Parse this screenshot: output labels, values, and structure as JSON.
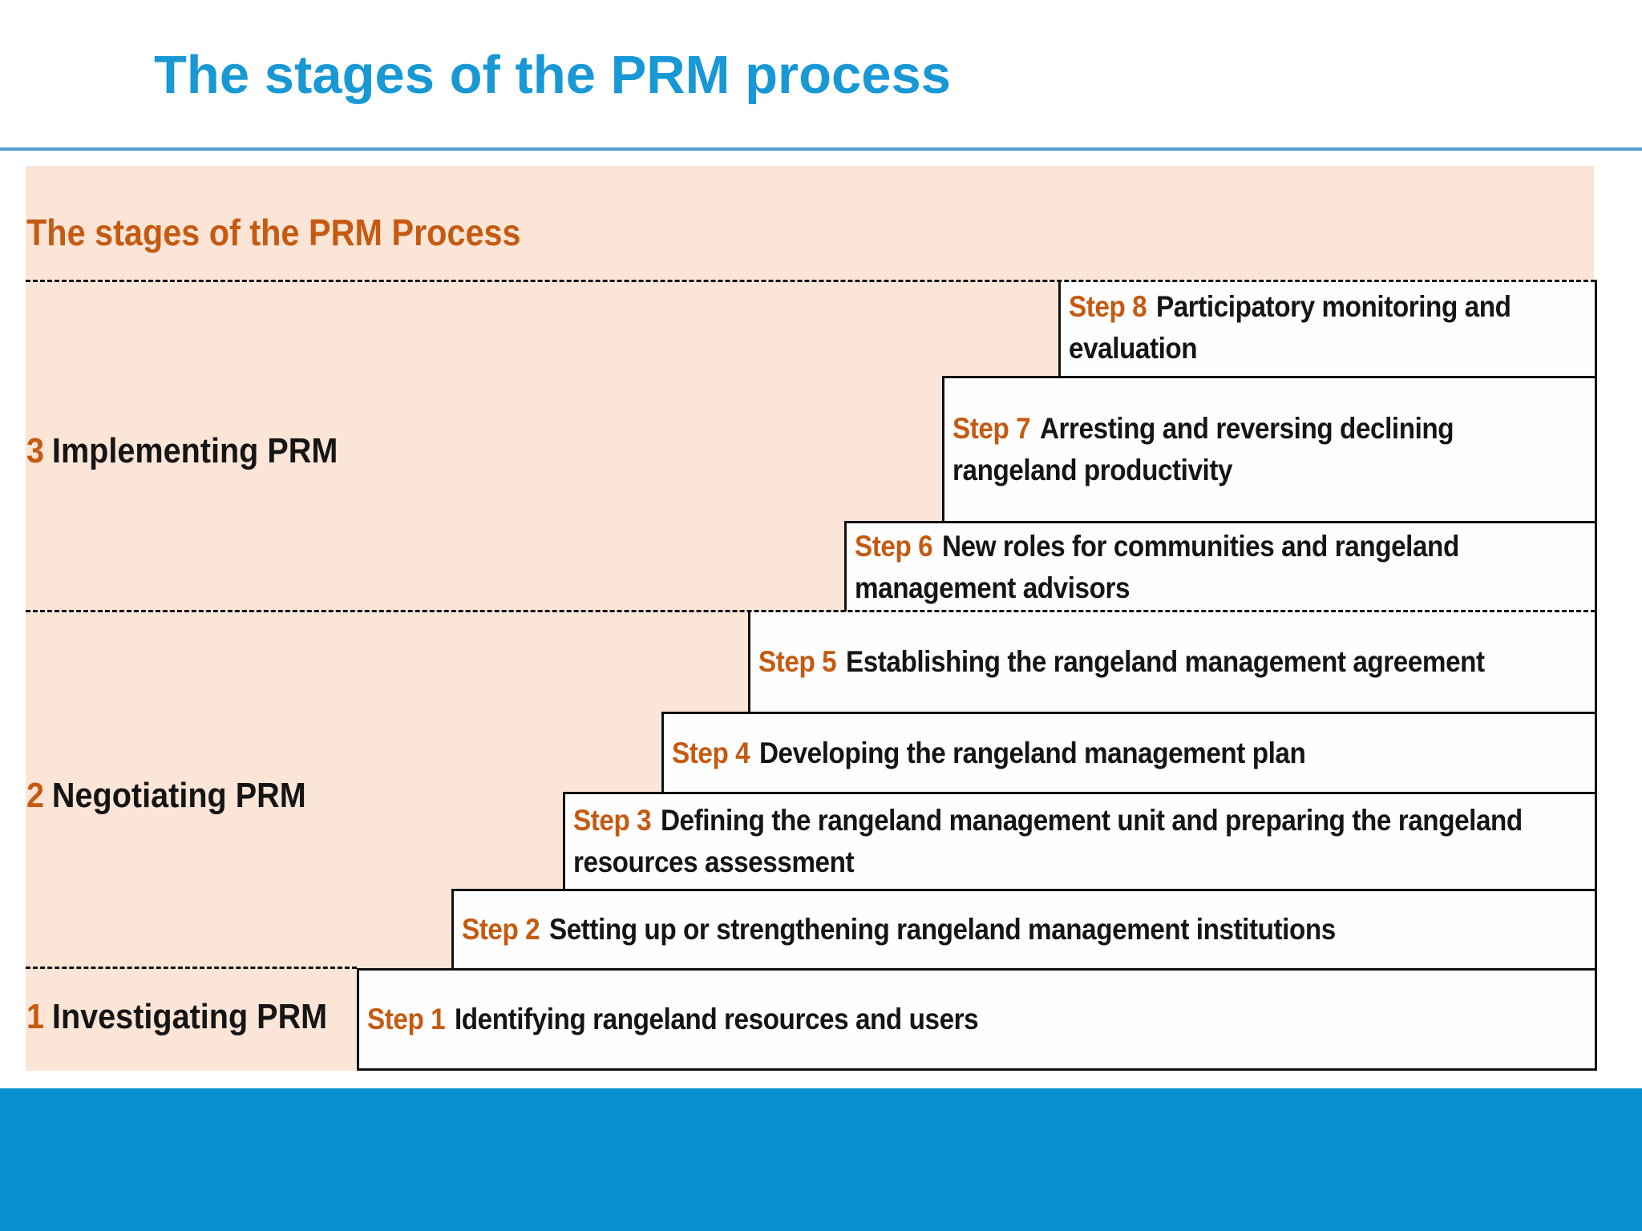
{
  "slide": {
    "title": "The stages of the PRM process",
    "panel_heading": "The stages of the PRM Process",
    "colors": {
      "title_blue": "#1898d4",
      "divider_blue": "#4da0d4",
      "panel_peach": "#fbe5d6",
      "accent_orange": "#c55a11",
      "footer_blue": "#0791d0",
      "text_black": "#151515",
      "border_black": "#111111"
    },
    "stages": [
      {
        "num": "3",
        "name": "Implementing PRM"
      },
      {
        "num": "2",
        "name": "Negotiating PRM"
      },
      {
        "num": "1",
        "name": "Investigating PRM"
      }
    ],
    "steps": [
      {
        "label": "Step 8",
        "lines": [
          "Participatory monitoring and",
          "evaluation"
        ]
      },
      {
        "label": "Step 7",
        "lines": [
          "Arresting and reversing declining",
          "rangeland productivity"
        ]
      },
      {
        "label": "Step 6",
        "lines": [
          "New roles for communities and rangeland",
          "management advisors"
        ]
      },
      {
        "label": "Step 5",
        "lines": [
          "Establishing the rangeland management agreement"
        ]
      },
      {
        "label": "Step 4",
        "lines": [
          "Developing the rangeland management plan"
        ]
      },
      {
        "label": "Step 3",
        "lines": [
          "Defining the rangeland management unit and preparing the rangeland",
          "resources assessment"
        ]
      },
      {
        "label": "Step 2",
        "lines": [
          "Setting up or strengthening rangeland management institutions"
        ]
      },
      {
        "label": "Step 1",
        "lines": [
          "Identifying rangeland resources and users"
        ]
      }
    ]
  }
}
